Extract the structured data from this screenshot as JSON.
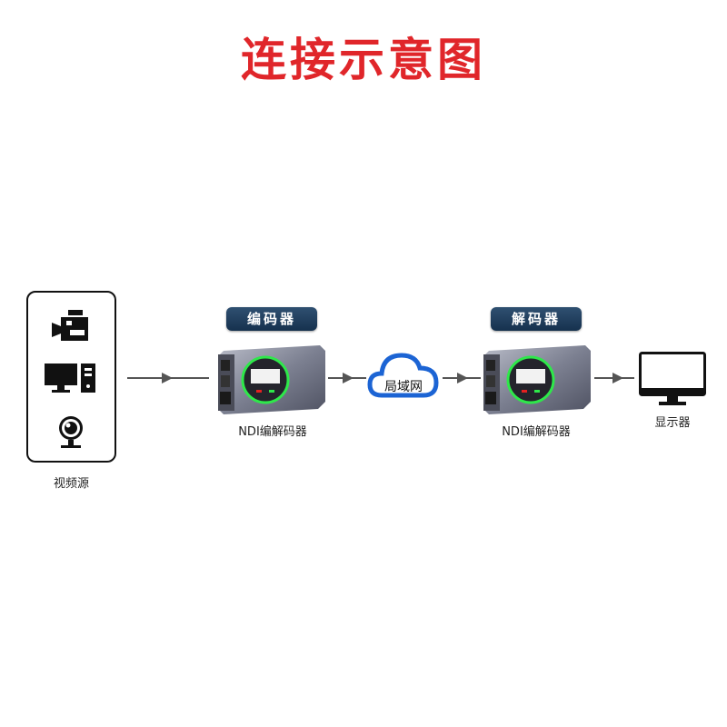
{
  "title": "连接示意图",
  "colors": {
    "title": "#e0262a",
    "badge": "#1f3d5e",
    "cloud": "#1c64d4",
    "led_green": "#2ee84a",
    "led_red": "#e42020"
  },
  "source": {
    "label": "视频源",
    "icons": [
      "video-camera-icon",
      "desktop-computer-icon",
      "webcam-icon"
    ]
  },
  "encoder": {
    "badge": "编码器",
    "label": "NDI编解码器"
  },
  "network": {
    "label": "局域网",
    "icon": "cloud-icon"
  },
  "decoder": {
    "badge": "解码器",
    "label": "NDI编解码器"
  },
  "display": {
    "label": "显示器",
    "icon": "monitor-icon"
  }
}
